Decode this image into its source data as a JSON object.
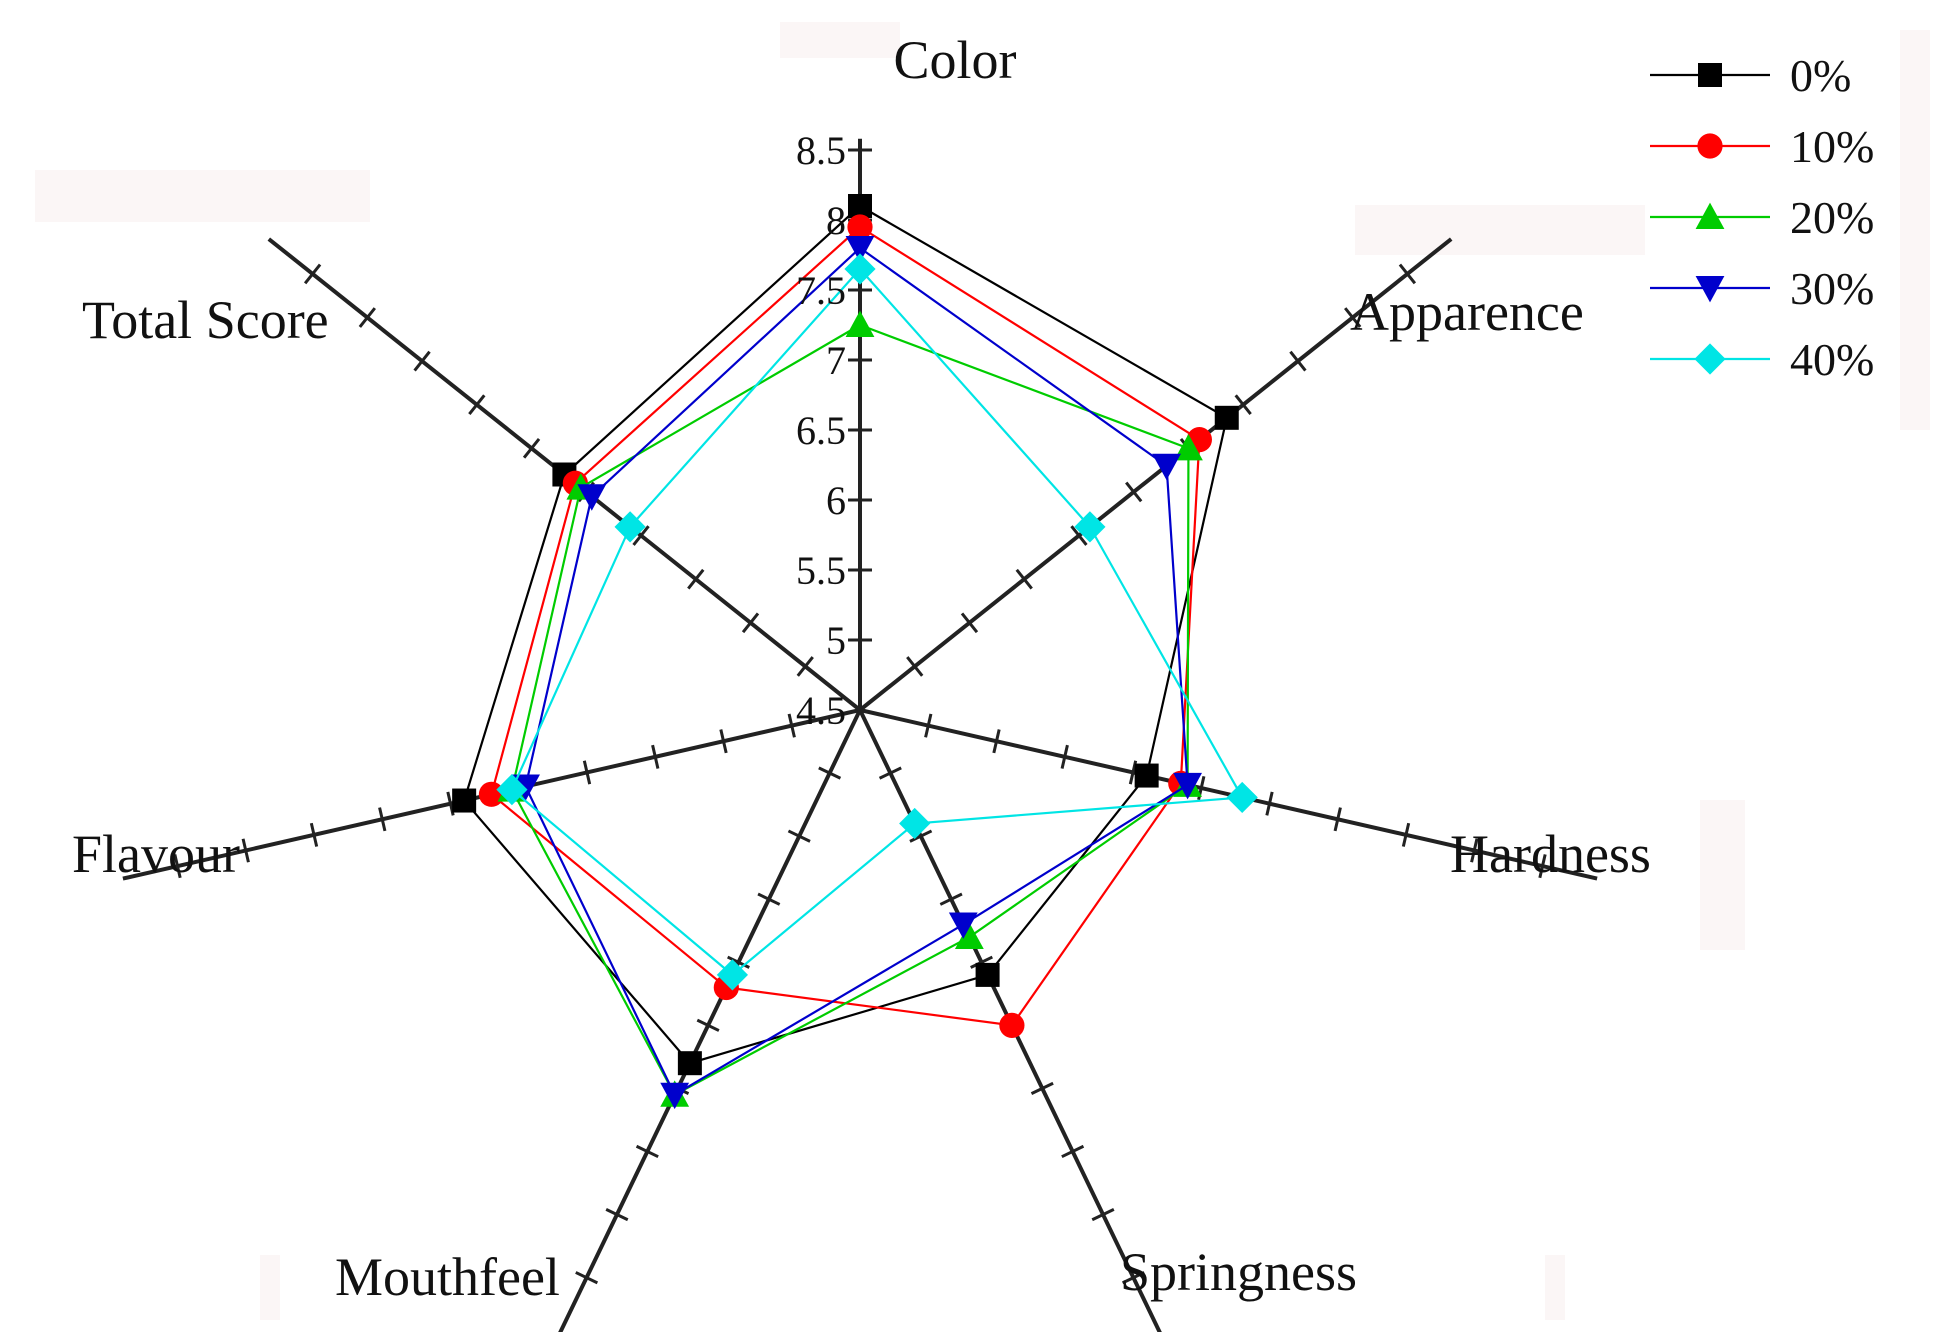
{
  "chart_data": {
    "type": "radar",
    "scale": {
      "min": 4.5,
      "max": 8.5,
      "tick_labels": [
        "4.5",
        "5",
        "5.5",
        "6",
        "6.5",
        "7",
        "7.5",
        "8",
        "8.5"
      ],
      "tick_values": [
        4.5,
        5,
        5.5,
        6,
        6.5,
        7,
        7.5,
        8,
        8.5
      ],
      "minor_step": 0.5
    },
    "axes": [
      "Color",
      "Apparence",
      "Hardness",
      "Springness",
      "Mouthfeel",
      "Flavour",
      "Total Score"
    ],
    "series": [
      {
        "name": "0%",
        "color": "#000000",
        "marker": "square",
        "values": [
          8.1,
          7.85,
          6.6,
          6.6,
          7.3,
          7.4,
          7.2
        ]
      },
      {
        "name": "10%",
        "color": "#ff0000",
        "marker": "circle",
        "values": [
          7.95,
          7.6,
          6.85,
          7.0,
          6.7,
          7.2,
          7.1
        ]
      },
      {
        "name": "20%",
        "color": "#00cc00",
        "marker": "triangle-up",
        "values": [
          7.25,
          7.5,
          6.9,
          6.3,
          7.55,
          7.05,
          7.05
        ]
      },
      {
        "name": "30%",
        "color": "#0000cc",
        "marker": "triangle-down",
        "values": [
          7.8,
          7.3,
          6.9,
          6.2,
          7.55,
          6.95,
          6.95
        ]
      },
      {
        "name": "40%",
        "color": "#00e5e5",
        "marker": "diamond",
        "values": [
          7.65,
          6.6,
          7.3,
          5.4,
          6.6,
          7.05,
          6.6
        ]
      }
    ],
    "legend": {
      "position": "top-right"
    },
    "grid": false
  }
}
